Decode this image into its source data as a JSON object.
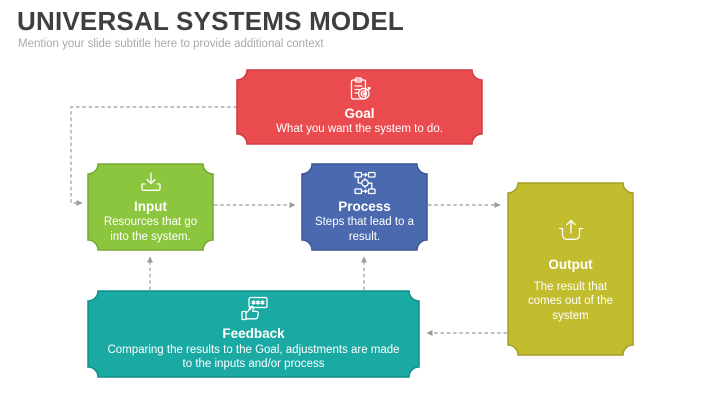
{
  "slide": {
    "title": "UNIVERSAL SYSTEMS MODEL",
    "subtitle": "Mention your slide subtitle here to provide additional context"
  },
  "diagram": {
    "connector_color": "#9b9b9b",
    "boxes": [
      {
        "id": "goal",
        "label": "Goal",
        "description": "What you want the system to do.",
        "color": "#e94b4f",
        "border": "#ce3a40",
        "icon": "clipboard-target-icon"
      },
      {
        "id": "input",
        "label": "Input",
        "description": "Resources that go into the system.",
        "color": "#8cc63f",
        "border": "#75a833",
        "icon": "download-tray-icon"
      },
      {
        "id": "process",
        "label": "Process",
        "description": "Steps that lead to a result.",
        "color": "#4a69ae",
        "border": "#3b5693",
        "icon": "workflow-gear-icon"
      },
      {
        "id": "output",
        "label": "Output",
        "description": "The result that comes out of the system",
        "color": "#c2bc2f",
        "border": "#a39e26",
        "icon": "upload-tray-icon"
      },
      {
        "id": "feedback",
        "label": "Feedback",
        "description": "Comparing the results to the Goal, adjustments are made to the inputs and/or process",
        "color": "#1ba9a4",
        "border": "#12908c",
        "icon": "feedback-stars-icon"
      }
    ],
    "connectors": [
      {
        "from": "goal",
        "to": "input"
      },
      {
        "from": "input",
        "to": "process"
      },
      {
        "from": "process",
        "to": "output"
      },
      {
        "from": "feedback",
        "to": "input"
      },
      {
        "from": "feedback",
        "to": "process"
      },
      {
        "from": "output",
        "to": "feedback"
      }
    ]
  }
}
